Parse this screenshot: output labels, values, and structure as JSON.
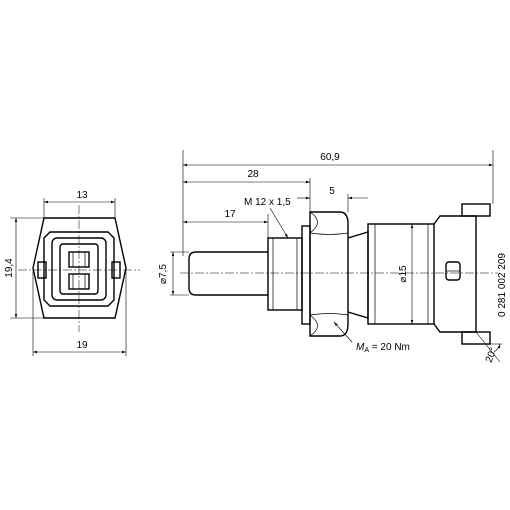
{
  "drawing": {
    "dimensions": {
      "front_width_13": "13",
      "front_height_19_4": "19,4",
      "front_across_19": "19",
      "overall_length": "60,9",
      "length_28": "28",
      "length_17": "17",
      "hex_width_5": "5",
      "thread": "M 12 x 1,5",
      "pin_diameter": "⌀7,5",
      "body_diameter": "⌀15",
      "torque_symbol": "M",
      "torque_subscript": "A",
      "torque_value": " = 20 Nm",
      "angle": "20°"
    },
    "part_number": "0 281 002 209"
  }
}
